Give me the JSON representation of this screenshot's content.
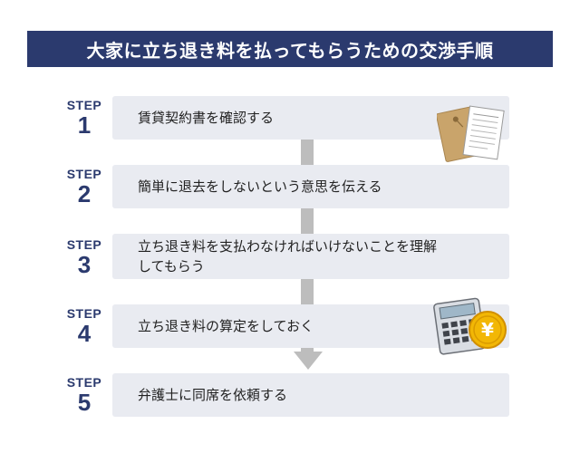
{
  "title": "大家に立ち退き料を払ってもらうための交渉手順",
  "steps": [
    {
      "label": "STEP",
      "number": "1",
      "text": "賃貸契約書を確認する",
      "icon": "documents-icon"
    },
    {
      "label": "STEP",
      "number": "2",
      "text": "簡単に退去をしないという意思を伝える"
    },
    {
      "label": "STEP",
      "number": "3",
      "text": "立ち退き料を支払わなければいけないことを理解してもらう"
    },
    {
      "label": "STEP",
      "number": "4",
      "text": "立ち退き料の算定をしておく",
      "icon": "calculator-yen-coin-icon"
    },
    {
      "label": "STEP",
      "number": "5",
      "text": "弁護士に同席を依頼する"
    }
  ],
  "colors": {
    "accent": "#2b3a6e",
    "box": "#e9ebf1",
    "connector": "#bdbdbd",
    "coin": "#f2b705"
  }
}
